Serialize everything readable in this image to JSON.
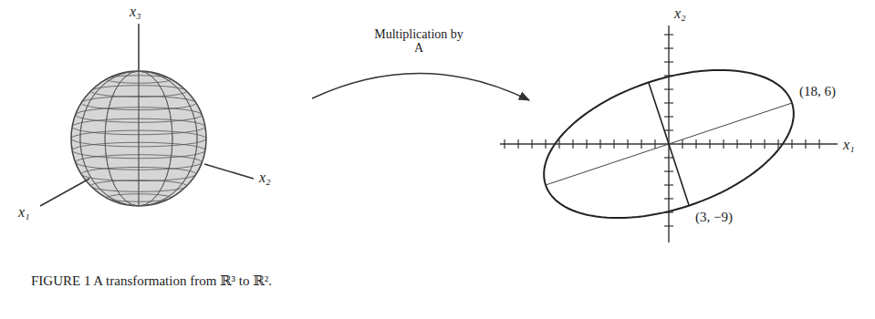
{
  "diagram": {
    "caption": "FIGURE 1 A transformation from ℝ³ to ℝ².",
    "labels": [
      "x₃",
      "x₂",
      "x₁",
      "Multiplication by A",
      "x₂",
      "x₁",
      "(18, 6)",
      "(3, −9)"
    ]
  }
}
